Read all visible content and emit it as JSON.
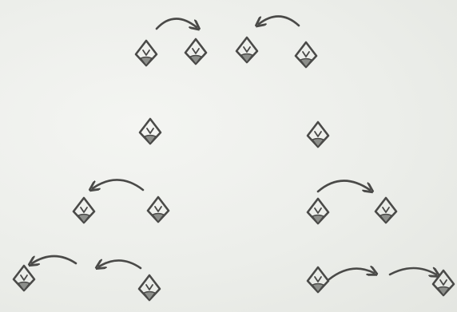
{
  "diagram": {
    "description_items": [],
    "colors": {
      "paper": "#eceeea",
      "pencil": "#4a4a48",
      "shade": "#8d8f8b"
    },
    "rows": [
      {
        "row": 1,
        "pieces": 4,
        "arrows": 2
      },
      {
        "row": 2,
        "pieces": 2,
        "arrows": 0
      },
      {
        "row": 3,
        "pieces": 4,
        "arrows": 2
      },
      {
        "row": 4,
        "pieces": 4,
        "arrows": 4
      }
    ],
    "icons": [
      "diamond-piece-icon",
      "curved-arrow-icon"
    ]
  }
}
